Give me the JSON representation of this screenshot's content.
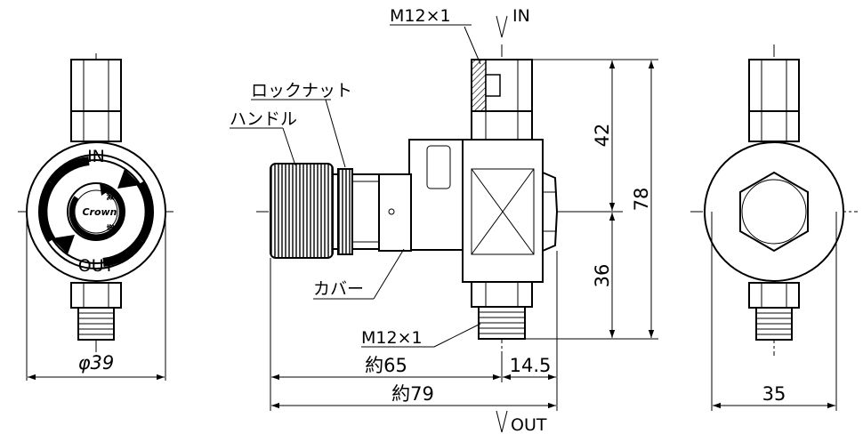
{
  "left_view": {
    "in_label": "IN",
    "out_label": "OUT",
    "brand": "Crown",
    "mark_decrease": "減",
    "mark_increase": "増",
    "diameter": "φ39"
  },
  "front_view": {
    "inlet_thread": "M12×1",
    "inlet_label": "IN",
    "outlet_thread": "M12×1",
    "outlet_label": "OUT",
    "part_locknut": "ロックナット",
    "part_handle": "ハンドル",
    "part_cover": "カバー",
    "dim_upper": "42",
    "dim_lower": "36",
    "dim_total_height": "78",
    "dim_65": "約65",
    "dim_79": "約79",
    "dim_14_5": "14.5"
  },
  "right_view": {
    "width": "35"
  }
}
